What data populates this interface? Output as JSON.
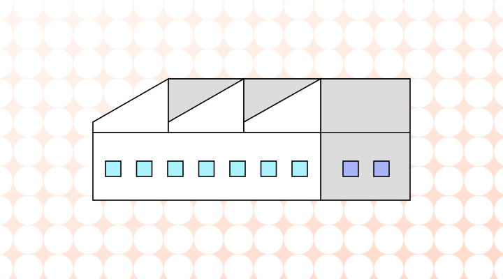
{
  "colors": {
    "background_pattern": "#ffe3d6",
    "building_wall": "#ffffff",
    "annex_wall": "#dcdcdc",
    "roof_shade": "#dcdcdc",
    "outline": "#000000",
    "factory_window": "#aaf3fc",
    "annex_window": "#a8b3f8"
  },
  "illustration": "factory-building",
  "factory_windows": 7,
  "annex_windows": 2
}
